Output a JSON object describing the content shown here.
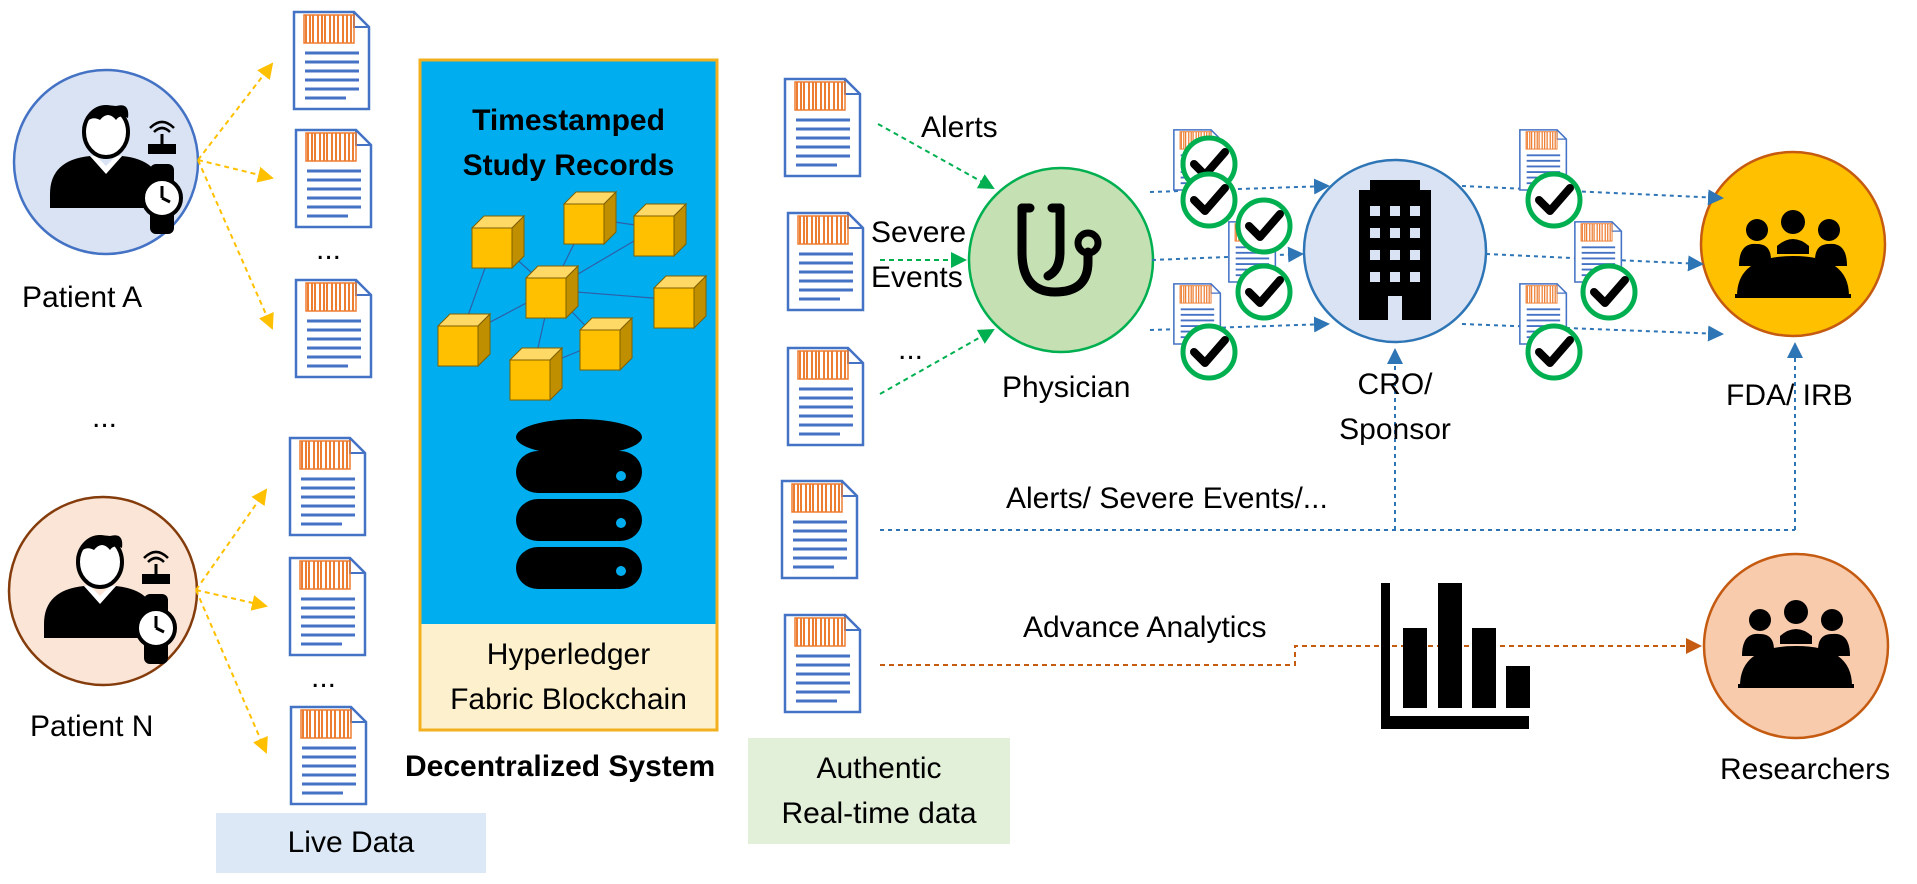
{
  "patients": {
    "a_label": "Patient A",
    "n_label": "Patient N",
    "ellipsis_between": "...",
    "icon": "patient-with-smartwatch-icon"
  },
  "live_data": {
    "label": "Live Data",
    "ellipsis_top": "...",
    "ellipsis_bottom": "...",
    "bg_color": "#dce8f5"
  },
  "blockchain": {
    "title_line1": "Timestamped",
    "title_line2": "Study Records",
    "platform_line1": "Hyperledger",
    "platform_line2": "Fabric Blockchain",
    "system_label": "Decentralized System",
    "panel_color": "#00aeef",
    "footer_color": "#fdf0cc",
    "border_color": "#f2b01e",
    "block_color": "#ffc000"
  },
  "authentic": {
    "line1": "Authentic",
    "line2": "Real-time data",
    "bg_color": "#e2efd9"
  },
  "flow_labels": {
    "alerts": "Alerts",
    "severe_line1": "Severe",
    "severe_line2": "Events",
    "ellipsis": "...",
    "alerts_severe": "Alerts/ Severe Events/...",
    "advance_analytics": "Advance Analytics"
  },
  "nodes": {
    "physician": {
      "label": "Physician",
      "color": "#c5e0b3",
      "border": "#00b050",
      "icon": "stethoscope-icon"
    },
    "cro": {
      "label_line1": "CRO/",
      "label_line2": "Sponsor",
      "color": "#dae3f3",
      "border": "#4472c4",
      "icon": "office-building-icon"
    },
    "fda": {
      "label": "FDA/ IRB",
      "color": "#ffc000",
      "border": "#c55a11",
      "icon": "group-meeting-icon"
    },
    "researchers": {
      "label": "Researchers",
      "color": "#f8cbad",
      "border": "#c55a11",
      "icon": "group-meeting-icon"
    }
  },
  "icons": {
    "document": "barcoded-document-icon",
    "verified": "checkmark-badge-icon",
    "database": "database-icon",
    "chart": "bar-chart-icon",
    "blocks": "blockchain-cubes-icon"
  },
  "colors": {
    "arrow_yellow": "#ffc000",
    "arrow_green": "#00b050",
    "arrow_blue": "#2e75b6",
    "arrow_orange": "#c55a11",
    "doc_line": "#4472c4",
    "barcode": "#ed7d31"
  }
}
